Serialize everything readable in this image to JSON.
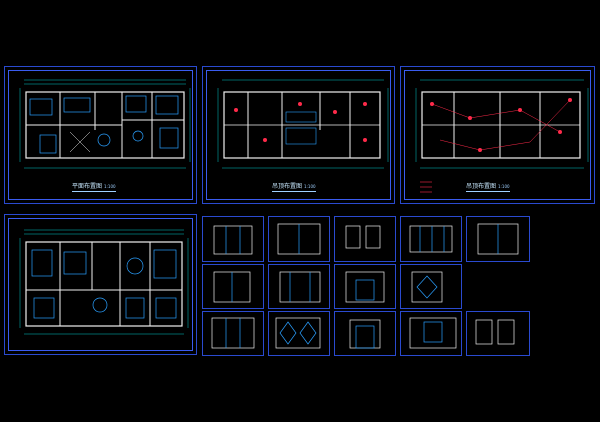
{
  "colors": {
    "background": "#000000",
    "frame": "#3a5cf0",
    "wall": "#f0f0f0",
    "dim": "#00c8c8",
    "furniture": "#2aa0ff",
    "accent": "#ff2a4a",
    "text": "#c8e8ff"
  },
  "sheets": {
    "plan_layout": {
      "title": "平面布置图",
      "scale": "1:100"
    },
    "ceiling_plan_1": {
      "title": "吊顶布置图",
      "scale": "1:100"
    },
    "ceiling_plan_2": {
      "title": "吊顶布置图",
      "scale": "1:100"
    }
  }
}
